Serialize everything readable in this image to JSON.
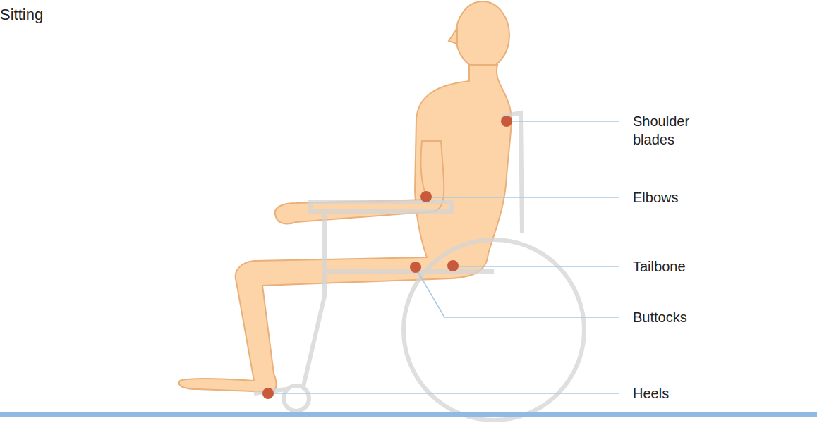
{
  "diagram": {
    "title": "Sitting",
    "labels": [
      "Shoulder blades",
      "Elbows",
      "Tailbone",
      "Buttocks",
      "Heels"
    ]
  }
}
